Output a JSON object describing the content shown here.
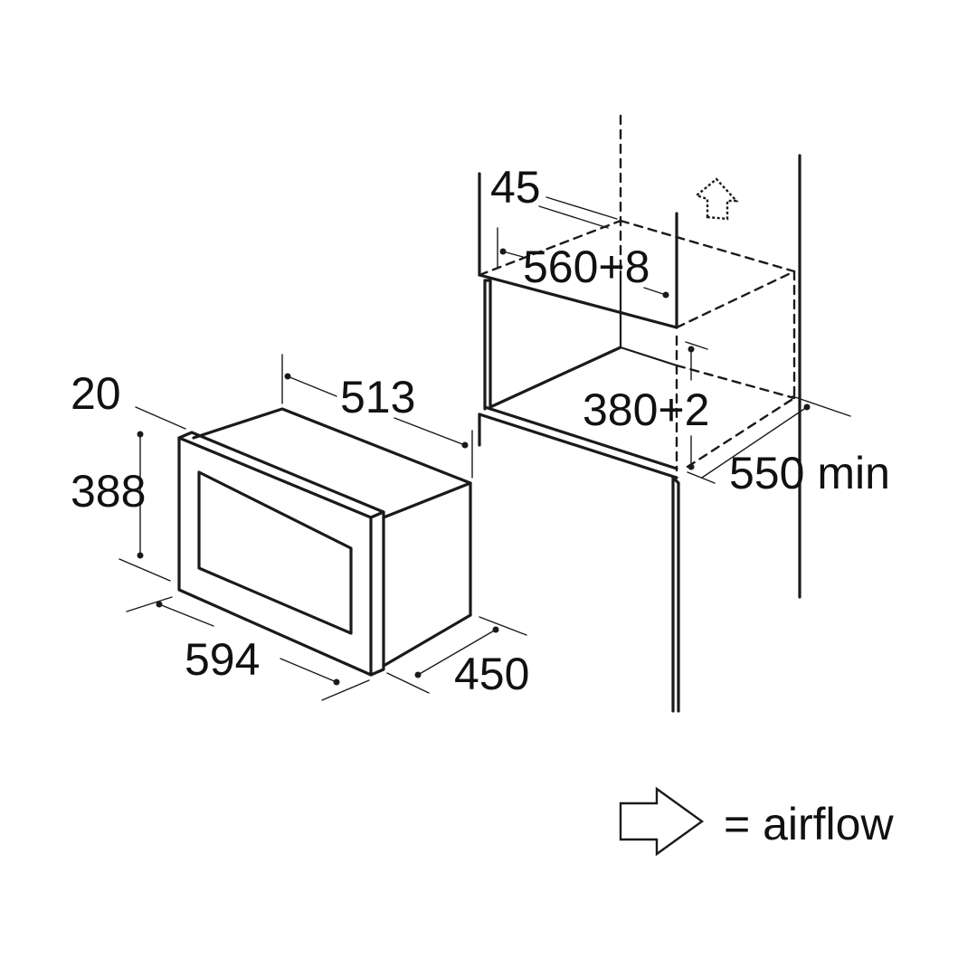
{
  "dimensions": {
    "appliance_depth_front": "20",
    "appliance_height": "388",
    "appliance_width": "594",
    "appliance_depth_body": "513",
    "appliance_total_depth": "450",
    "niche_top_clearance": "45",
    "niche_width": "560+8",
    "niche_height": "380+2",
    "niche_depth": "550 min"
  },
  "legend": {
    "symbol_icon": "airflow-arrow-icon",
    "text": "= airflow"
  }
}
